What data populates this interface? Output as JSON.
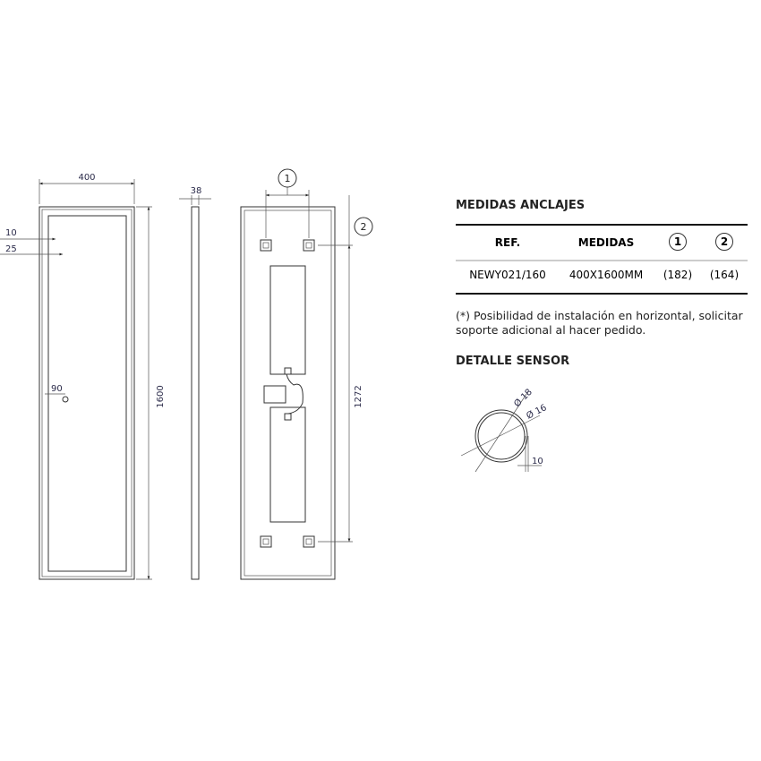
{
  "drawing": {
    "width_label": "400",
    "depth_label": "38",
    "height_label": "1600",
    "offset_10": "10",
    "offset_25": "25",
    "sensor_offset": "90",
    "anchor_label_1": "1",
    "anchor_label_2": "2",
    "anchor_span": "1272"
  },
  "table": {
    "title": "MEDIDAS ANCLAJES",
    "headers": [
      "REF.",
      "MEDIDAS",
      "1",
      "2"
    ],
    "rows": [
      [
        "NEWY021/160",
        "400X1600MM",
        "(182)",
        "(164)"
      ]
    ]
  },
  "note": {
    "line1": "(*) Posibilidad de instalación en horizontal, solicitar",
    "line2": "soporte adicional al hacer pedido."
  },
  "sensor": {
    "title": "DETALLE SENSOR",
    "d_outer": "Ø 18",
    "d_inner": "Ø 16",
    "edge": "10"
  }
}
